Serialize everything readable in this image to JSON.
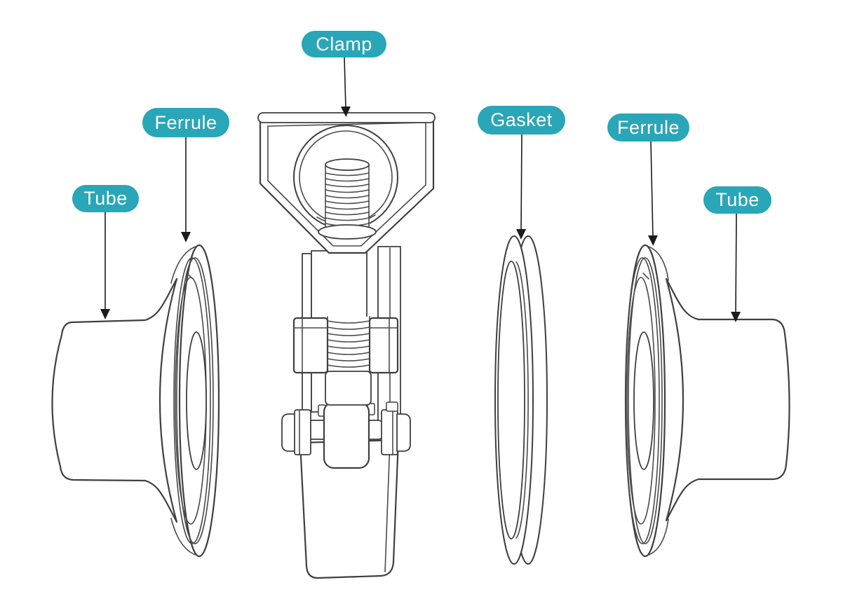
{
  "diagram": {
    "subject": "Tri-clamp sanitary fitting exploded view",
    "background_color": "#ffffff"
  },
  "style": {
    "label_pill_color": "#29a6b7",
    "label_text_color": "#ffffff",
    "line_art_color": "#3f3f3f",
    "arrow_color": "#1b1b1b"
  },
  "labels": [
    {
      "id": "tube-left",
      "text": "Tube",
      "points_to": "left-tube"
    },
    {
      "id": "ferrule-left",
      "text": "Ferrule",
      "points_to": "left-ferrule-flange"
    },
    {
      "id": "clamp",
      "text": "Clamp",
      "points_to": "clamp"
    },
    {
      "id": "gasket",
      "text": "Gasket",
      "points_to": "gasket-ring"
    },
    {
      "id": "ferrule-right",
      "text": "Ferrule",
      "points_to": "right-ferrule-flange"
    },
    {
      "id": "tube-right",
      "text": "Tube",
      "points_to": "right-tube"
    }
  ],
  "components": [
    "tube-ferrule-assembly-left",
    "clamp",
    "gasket",
    "ferrule-tube-assembly-right"
  ]
}
